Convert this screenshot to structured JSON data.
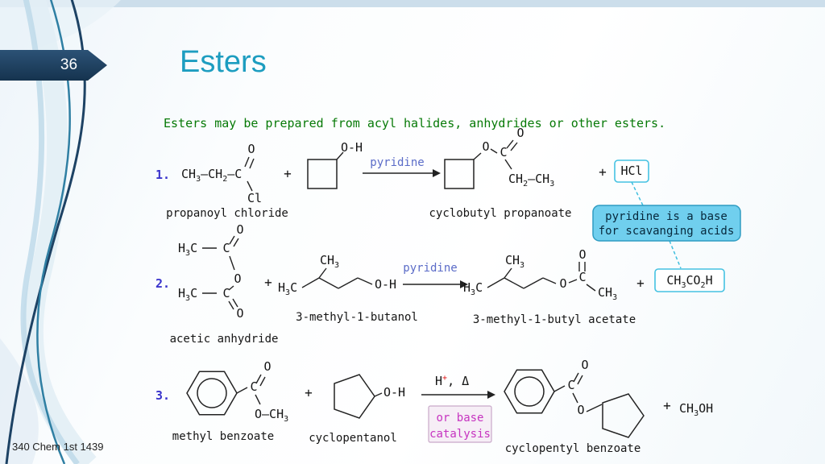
{
  "slide": {
    "number": "36",
    "title": "Esters",
    "heading": "Esters may be prepared from acyl halides, anhydrides or other esters.",
    "footer": "340 Chem 1st 1439"
  },
  "colors": {
    "title_teal": "#1d9dc0",
    "heading_green": "#077a07",
    "number_blue": "#3a34cc",
    "condition_blue": "#5b6cc8",
    "callout_fill": "#70cfee",
    "box_border_cyan": "#45c2e2",
    "magenta": "#c633c0",
    "red_plus": "#e01818",
    "badge_navy": "#15334e"
  },
  "symbols": {
    "plus": "+"
  },
  "callout": {
    "line1": "pyridine is a base",
    "line2": "for scavanging acids"
  },
  "reaction1": {
    "num": "1.",
    "acyl_chain": "CH3–CH2–C",
    "carbonyl_o": "O",
    "cl": "Cl",
    "reactant1_name": "propanoyl chloride",
    "alcohol_oh": "O-H",
    "condition": "pyridine",
    "ester_o": "O",
    "ester_c": "C",
    "ester_carbonyl_o": "O",
    "ester_chain": "CH2–CH3",
    "product_name": "cyclobutyl propanoate",
    "byproduct": "HCl"
  },
  "reaction2": {
    "num": "2.",
    "anh_top_ch3": "H3C",
    "anh_top_c": "C",
    "anh_top_o": "O",
    "anh_center_o": "O",
    "anh_bot_ch3": "H3C",
    "anh_bot_c": "C",
    "anh_bot_o": "O",
    "reactant1_name": "acetic anhydride",
    "alcohol_branch_ch3": "CH3",
    "alcohol_h3c": "H3C",
    "alcohol_oh": "O-H",
    "reactant2_name": "3-methyl-1-butanol",
    "condition": "pyridine",
    "prod_branch_ch3": "CH3",
    "prod_h3c": "H3C",
    "prod_o": "O",
    "prod_c": "C",
    "prod_carbonyl_o": "O",
    "prod_ch3": "CH3",
    "product_name": "3-methyl-1-butyl acetate",
    "byproduct": "CH3CO2H"
  },
  "reaction3": {
    "num": "3.",
    "ester_c": "C",
    "ester_carbonyl_o": "O",
    "ester_och3": "O–CH3",
    "reactant1_name": "methyl benzoate",
    "alcohol_oh": "O-H",
    "reactant2_name": "cyclopentanol",
    "cond_h": "H",
    "cond_plus": "+",
    "cond_delta": ", Δ",
    "cond_alt1": "or base",
    "cond_alt2": "catalysis",
    "prod_c": "C",
    "prod_carbonyl_o": "O",
    "prod_o": "O",
    "product_name": "cyclopentyl benzoate",
    "byproduct": "CH3OH"
  }
}
